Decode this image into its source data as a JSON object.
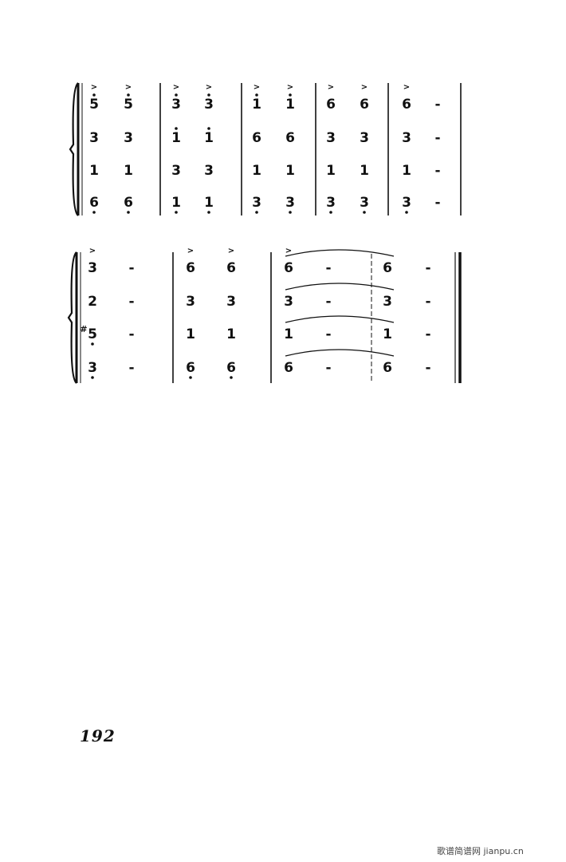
{
  "page": {
    "number": "192"
  },
  "watermark": {
    "text": "歌谱简谱网 jianpu.cn"
  },
  "systems": [
    {
      "measures": [
        {
          "parts": [
            [
              {
                "n": "5",
                "accent": true,
                "dotAbove": true
              },
              {
                "n": "5",
                "accent": true,
                "dotAbove": true
              }
            ],
            [
              {
                "n": "3"
              },
              {
                "n": "3"
              }
            ],
            [
              {
                "n": "1"
              },
              {
                "n": "1"
              }
            ],
            [
              {
                "n": "6",
                "dotBelow": true
              },
              {
                "n": "6",
                "dotBelow": true
              }
            ]
          ]
        },
        {
          "parts": [
            [
              {
                "n": "3",
                "accent": true,
                "dotAbove": true
              },
              {
                "n": "3",
                "accent": true,
                "dotAbove": true
              }
            ],
            [
              {
                "n": "1",
                "dotAbove": true
              },
              {
                "n": "1",
                "dotAbove": true
              }
            ],
            [
              {
                "n": "3"
              },
              {
                "n": "3"
              }
            ],
            [
              {
                "n": "1",
                "dotBelow": true
              },
              {
                "n": "1",
                "dotBelow": true
              }
            ]
          ]
        },
        {
          "parts": [
            [
              {
                "n": "1",
                "accent": true,
                "dotAbove": true
              },
              {
                "n": "1",
                "accent": true,
                "dotAbove": true
              }
            ],
            [
              {
                "n": "6"
              },
              {
                "n": "6"
              }
            ],
            [
              {
                "n": "1"
              },
              {
                "n": "1"
              }
            ],
            [
              {
                "n": "3",
                "dotBelow": true
              },
              {
                "n": "3",
                "dotBelow": true
              }
            ]
          ]
        },
        {
          "parts": [
            [
              {
                "n": "6",
                "accent": true
              },
              {
                "n": "6",
                "accent": true
              }
            ],
            [
              {
                "n": "3"
              },
              {
                "n": "3"
              }
            ],
            [
              {
                "n": "1"
              },
              {
                "n": "1"
              }
            ],
            [
              {
                "n": "3",
                "dotBelow": true
              },
              {
                "n": "3",
                "dotBelow": true
              }
            ]
          ]
        },
        {
          "parts": [
            [
              {
                "n": "6",
                "accent": true
              },
              {
                "n": "-"
              }
            ],
            [
              {
                "n": "3"
              },
              {
                "n": "-"
              }
            ],
            [
              {
                "n": "1"
              },
              {
                "n": "-"
              }
            ],
            [
              {
                "n": "3",
                "dotBelow": true
              },
              {
                "n": "-"
              }
            ]
          ]
        }
      ]
    },
    {
      "measures": [
        {
          "parts": [
            [
              {
                "n": "3",
                "accent": true
              },
              {
                "n": "-"
              }
            ],
            [
              {
                "n": "2"
              },
              {
                "n": "-"
              }
            ],
            [
              {
                "n": "5",
                "sharp": "#",
                "dotBelow": true
              },
              {
                "n": "-"
              }
            ],
            [
              {
                "n": "3",
                "dotBelow": true
              },
              {
                "n": "-"
              }
            ]
          ]
        },
        {
          "parts": [
            [
              {
                "n": "6",
                "accent": true
              },
              {
                "n": "6",
                "accent": true
              }
            ],
            [
              {
                "n": "3"
              },
              {
                "n": "3"
              }
            ],
            [
              {
                "n": "1"
              },
              {
                "n": "1"
              }
            ],
            [
              {
                "n": "6",
                "dotBelow": true
              },
              {
                "n": "6",
                "dotBelow": true
              }
            ]
          ]
        },
        {
          "tied": true,
          "parts": [
            [
              {
                "n": "6",
                "accent": true
              },
              {
                "n": "-"
              },
              {
                "n": "6"
              },
              {
                "n": "-"
              }
            ],
            [
              {
                "n": "3"
              },
              {
                "n": "-"
              },
              {
                "n": "3"
              },
              {
                "n": "-"
              }
            ],
            [
              {
                "n": "1"
              },
              {
                "n": "-"
              },
              {
                "n": "1"
              },
              {
                "n": "-"
              }
            ],
            [
              {
                "n": "6"
              },
              {
                "n": "-"
              },
              {
                "n": "6"
              },
              {
                "n": "-"
              }
            ]
          ]
        }
      ]
    }
  ]
}
